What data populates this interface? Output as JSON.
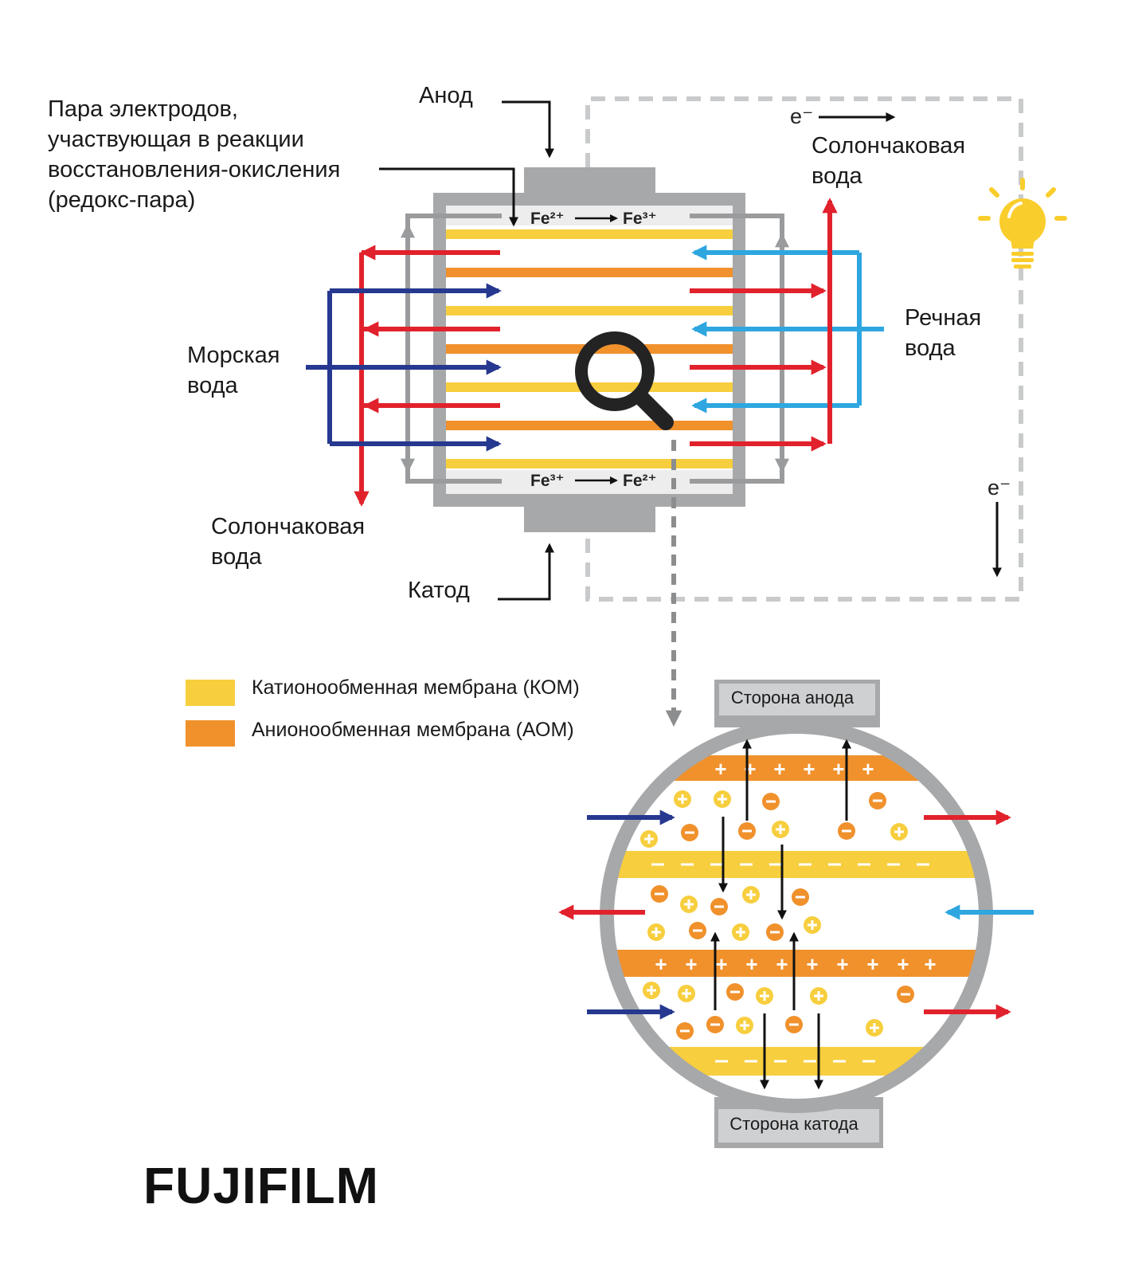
{
  "colors": {
    "cem": "#f7ce3e",
    "aem": "#f0912c",
    "sea": "#26388f",
    "brine": "#e1222c",
    "river": "#2ea6e0",
    "frame": "#a7a8aa",
    "circuit": "#c9cacc",
    "bulb": "#f9cd2c"
  },
  "labels": {
    "redox_pair": "Пара электродов,\nучаствующая в реакции\nвосстановления-окисления\n(редокс-пара)",
    "anode": "Анод",
    "cathode": "Катод",
    "sea_water": "Морская\nвода",
    "brine_right": "Солончаковая\nвода",
    "brine_left": "Солончаковая\nвода",
    "river_water": "Речная\nвода",
    "electron_top": "e⁻",
    "electron_right": "e⁻"
  },
  "reactions": {
    "top": {
      "from": "Fe²⁺",
      "to": "Fe³⁺"
    },
    "bottom": {
      "from": "Fe³⁺",
      "to": "Fe²⁺"
    }
  },
  "legend": [
    {
      "label": "Катионообменная мембрана (КОМ)",
      "color": "#f7ce3e"
    },
    {
      "label": "Анионообменная мембрана (АОМ)",
      "color": "#f0912c"
    }
  ],
  "zoom": {
    "anode_side": "Сторона анода",
    "cathode_side": "Сторона катода"
  },
  "icons": {
    "magnifier": "magnifier-icon",
    "bulb": "light-bulb-icon"
  },
  "logo": "FUJIFILM"
}
